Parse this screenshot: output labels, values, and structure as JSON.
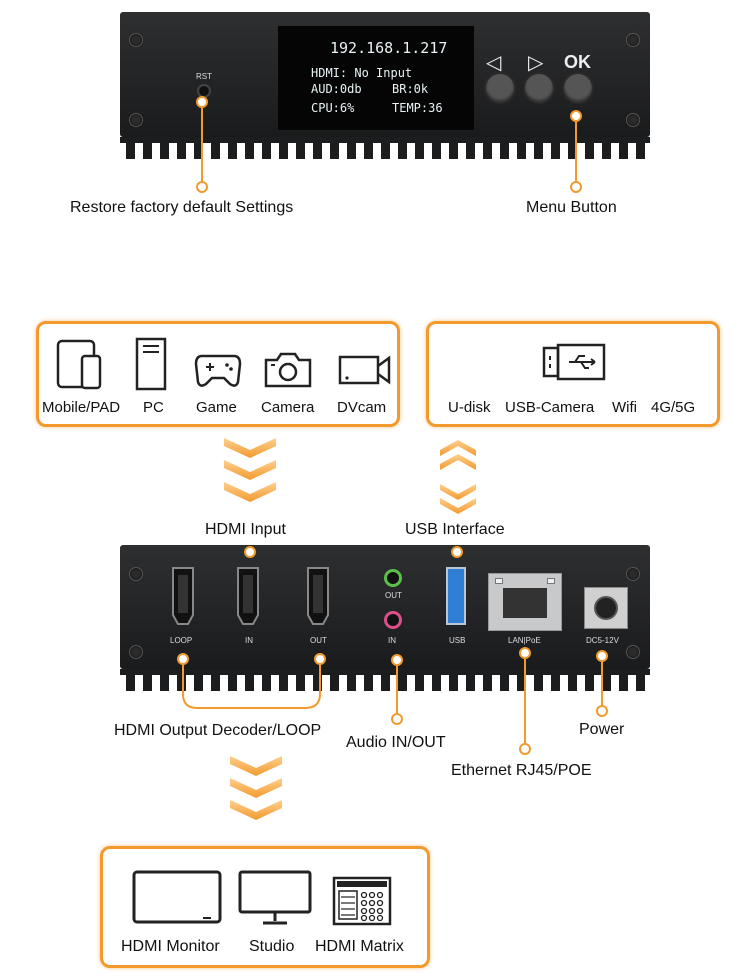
{
  "oled": {
    "ip": "192.168.1.217",
    "hdmi": "HDMI: No Input",
    "aud": "AUD:0db",
    "br": "BR:0k",
    "cpu": "CPU:6%",
    "temp": "TEMP:36"
  },
  "front_panel": {
    "rst_label": "RST",
    "btn_left": "◁",
    "btn_right": "▷",
    "btn_ok": "OK"
  },
  "callouts": {
    "restore": "Restore factory default Settings",
    "menu": "Menu Button",
    "hdmi_input": "HDMI Input",
    "usb_interface": "USB Interface",
    "hdmi_output": "HDMI Output Decoder/LOOP",
    "audio": "Audio IN/OUT",
    "ethernet": "Ethernet RJ45/POE",
    "power": "Power"
  },
  "sources": {
    "items": [
      "Mobile/PAD",
      "PC",
      "Game",
      "Camera",
      "DVcam"
    ]
  },
  "usb_devices": {
    "items": [
      "U-disk",
      "USB-Camera",
      "Wifi",
      "4G/5G"
    ]
  },
  "outputs": {
    "items": [
      "HDMI Monitor",
      "Studio",
      "HDMI Matrix"
    ]
  },
  "back_panel": {
    "loop": "LOOP",
    "in": "IN",
    "out": "OUT",
    "audio_out": "OUT",
    "audio_in": "IN",
    "usb": "USB",
    "lan": "LAN|PoE",
    "dc": "DC5-12V"
  },
  "colors": {
    "accent": "#f29a2e",
    "device": "#222324",
    "oled_text": "#e8f3f6",
    "audio_out_ring": "#5bbf4a",
    "audio_in_ring": "#d9508a",
    "usb_port": "#2f7fd6"
  }
}
